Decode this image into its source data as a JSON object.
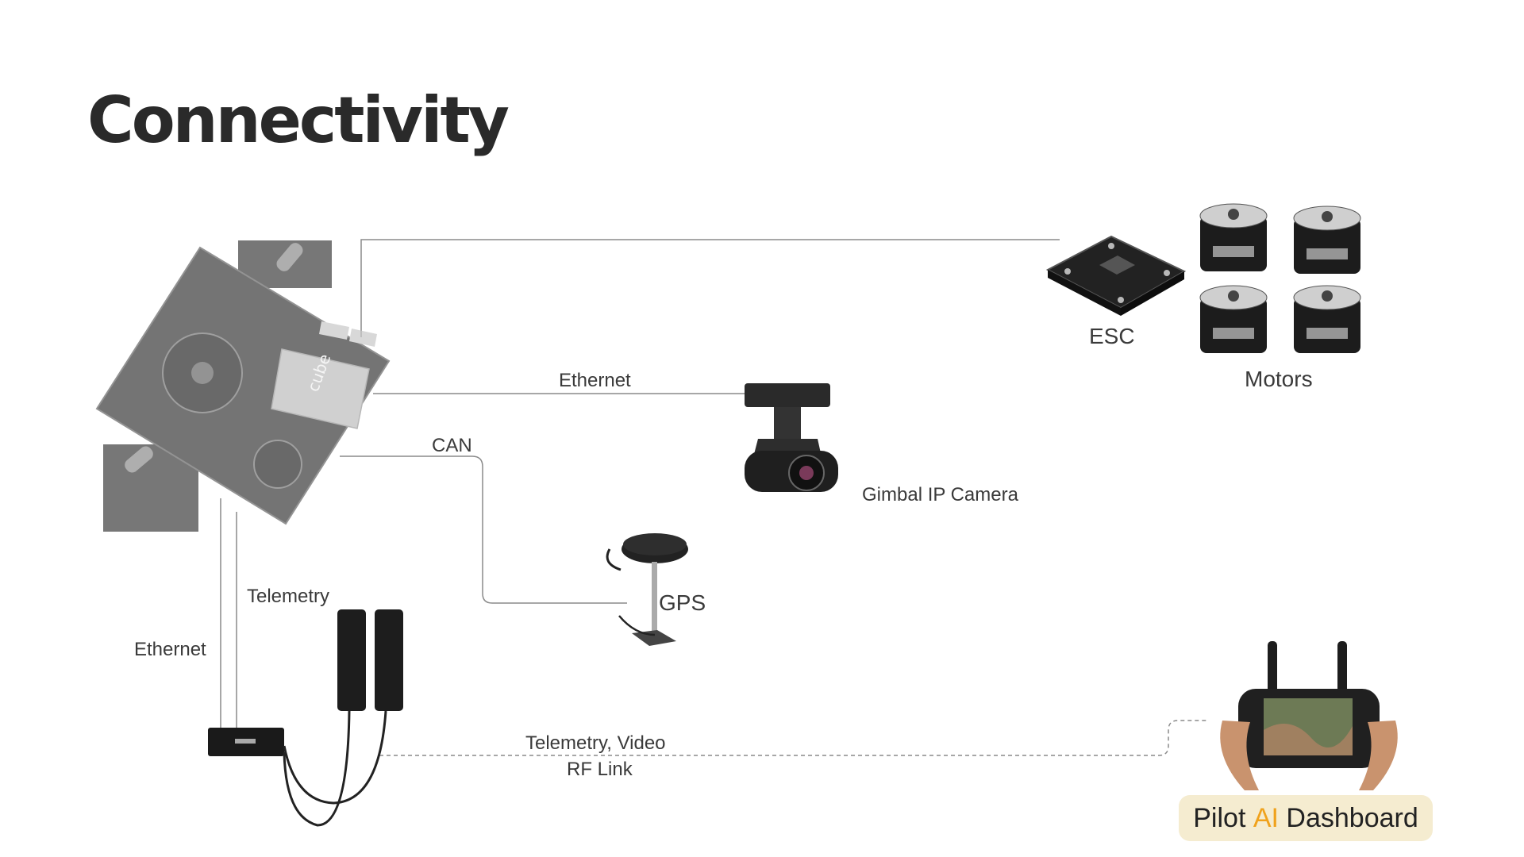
{
  "title": "Connectivity",
  "labels": {
    "esc": "ESC",
    "motors": "Motors",
    "ethernet_camera": "Ethernet",
    "can": "CAN",
    "gimbal_camera": "Gimbal IP Camera",
    "gps": "GPS",
    "telemetry": "Telemetry",
    "ethernet_link": "Ethernet",
    "rf_link_line1": "Telemetry, Video",
    "rf_link_line2": "RF Link"
  },
  "dashboard": {
    "part1": "Pilot ",
    "accent": "AI",
    "part2": " Dashboard"
  },
  "colors": {
    "accent": "#f0a21c",
    "badge_bg": "#f5ecd0",
    "line": "#888888"
  },
  "icons": {
    "controller": "flight-controller-board-icon",
    "esc": "esc-board-icon",
    "motors": "motor-icon",
    "camera": "gimbal-camera-icon",
    "gps": "gps-antenna-icon",
    "radio": "radio-module-icon",
    "antennas": "antenna-icon",
    "ground_station": "handheld-ground-station-icon"
  }
}
